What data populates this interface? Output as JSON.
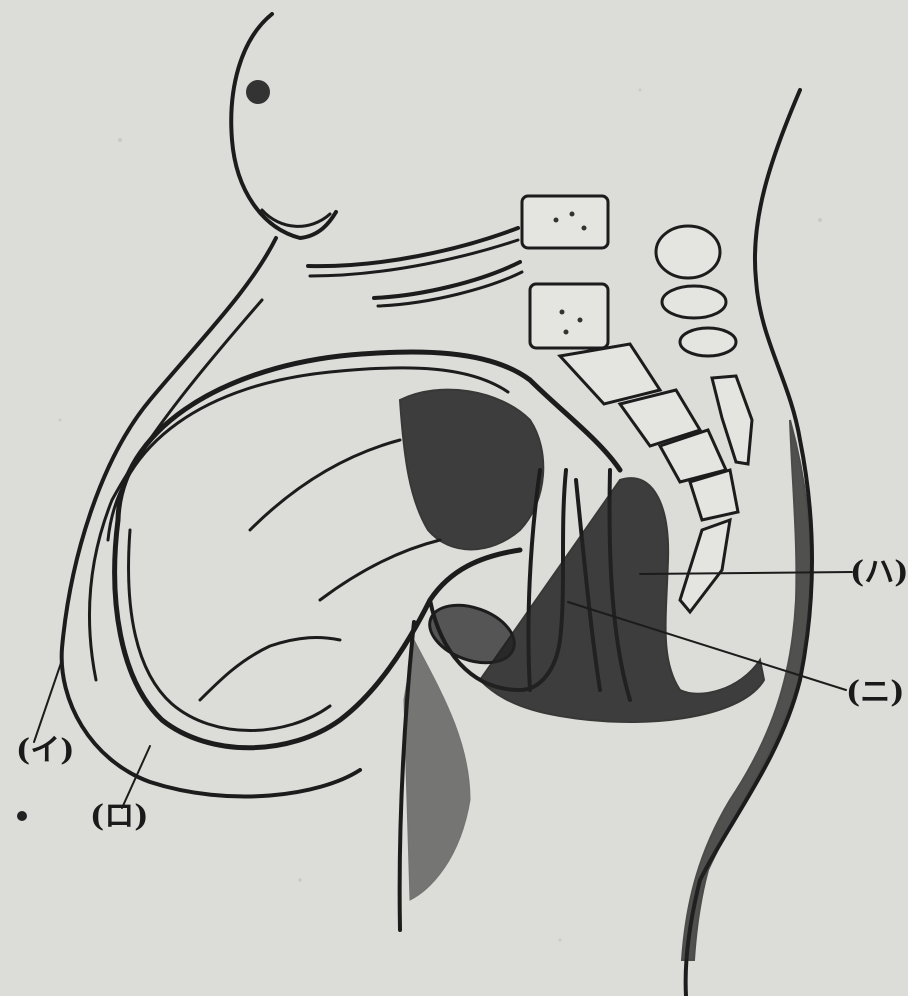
{
  "figure": {
    "labels": {
      "i": "(イ)",
      "ro": "(ロ)",
      "ha": "(ハ)",
      "ni": "(ニ)"
    },
    "colors": {
      "paper": "#dcdcd8",
      "ink": "#1c1c1c"
    }
  }
}
